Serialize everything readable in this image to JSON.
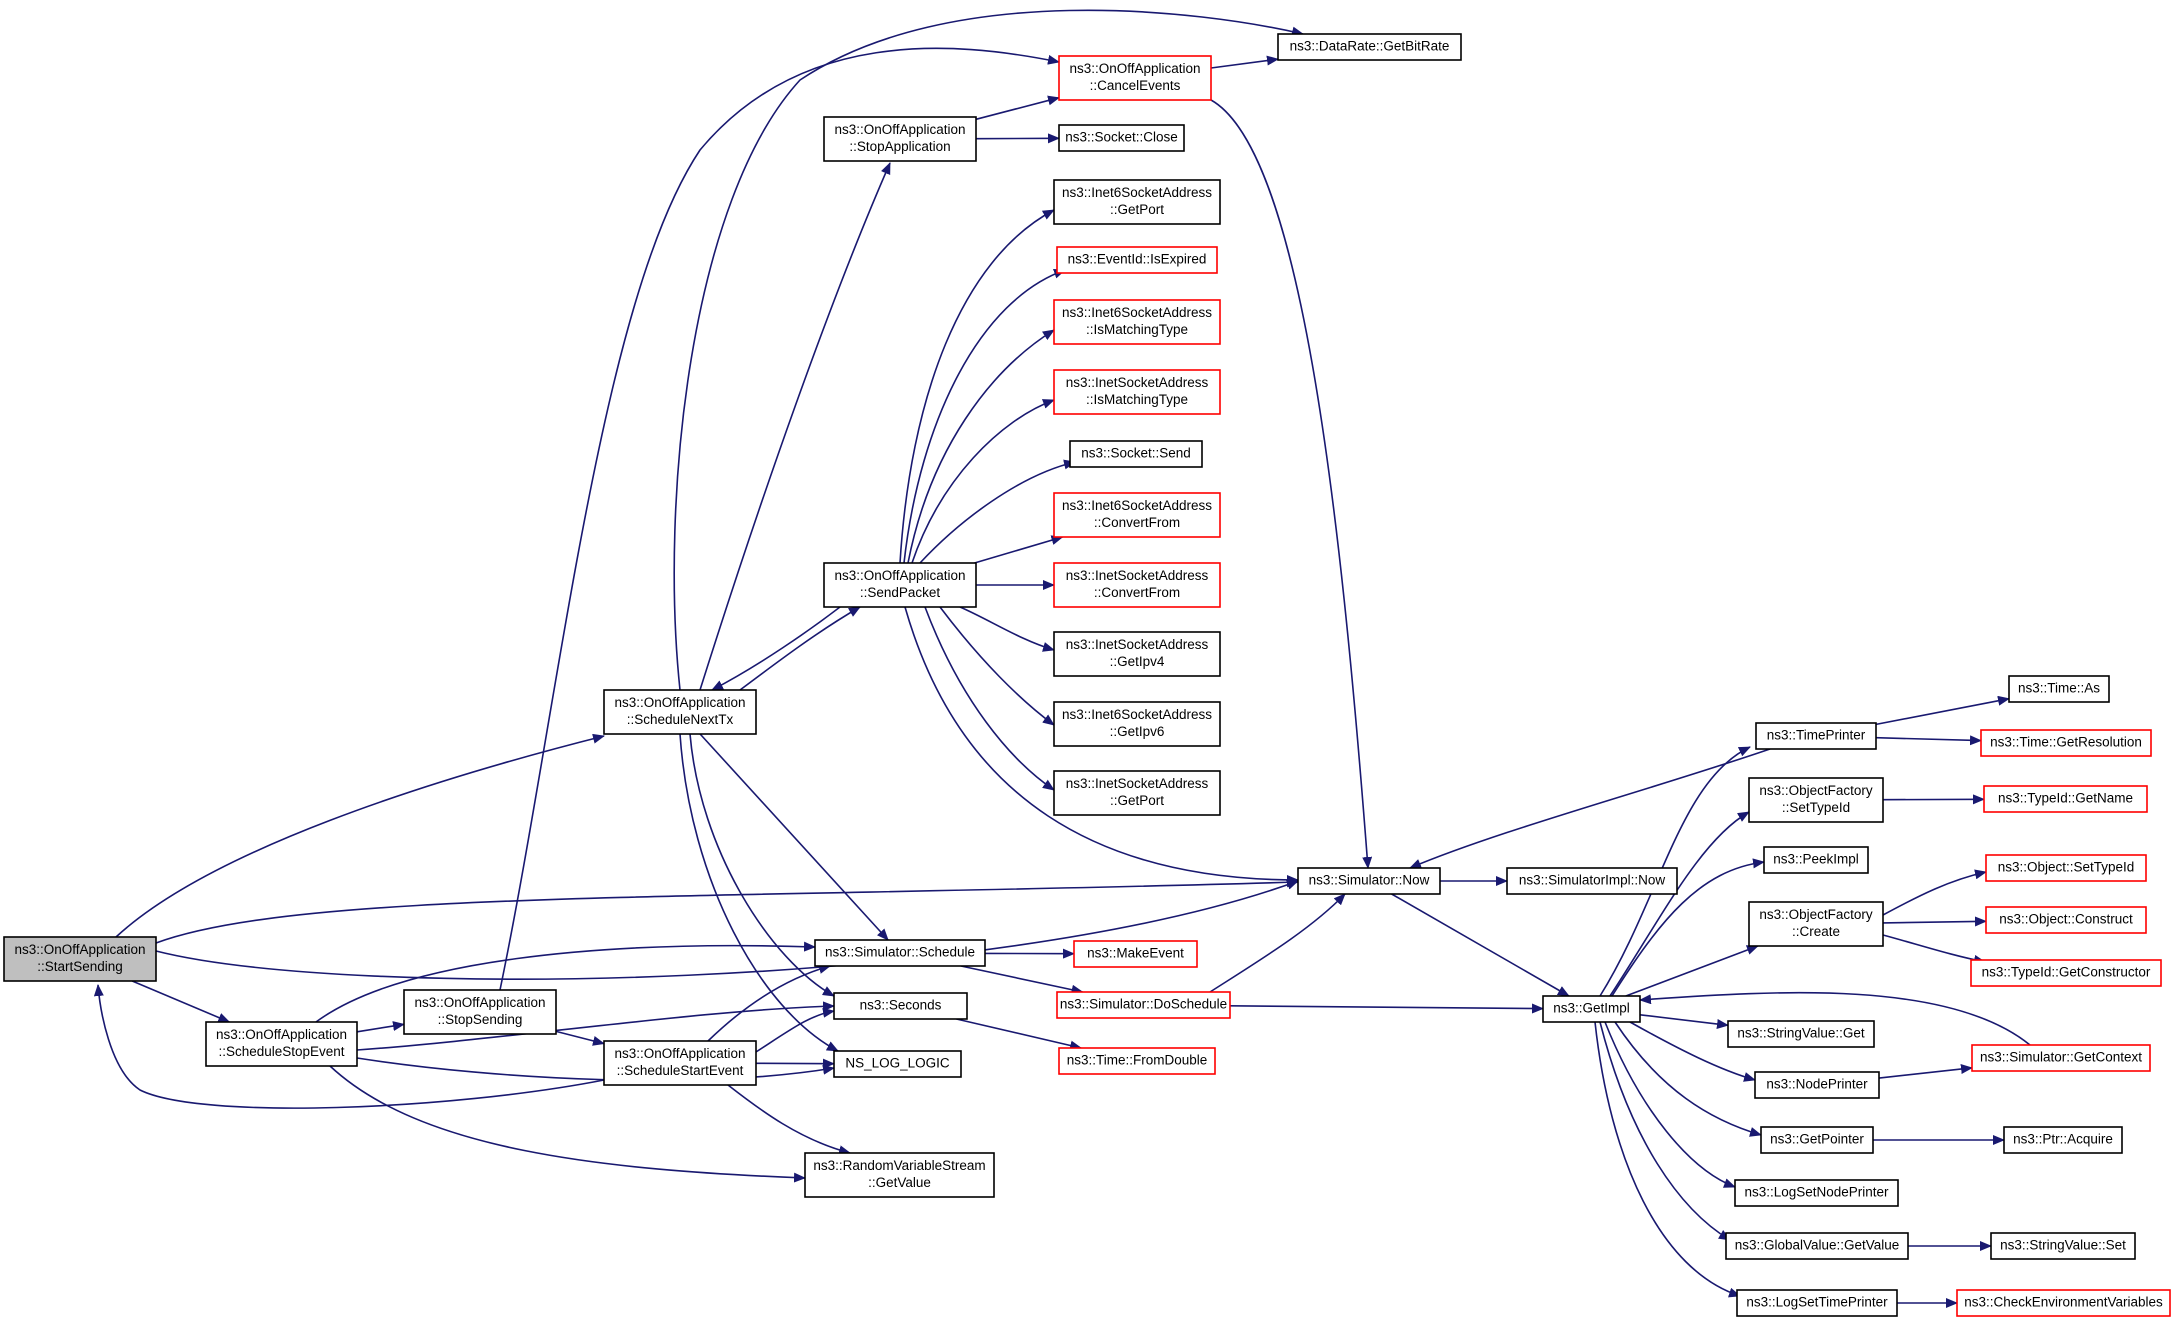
{
  "colors": {
    "edge": "#191970",
    "missing_doc_border": "#ff0000",
    "root_fill": "#bfbfbf"
  },
  "nodes": [
    {
      "id": "startSending",
      "lines": [
        "ns3::OnOffApplication",
        "::StartSending"
      ],
      "style": "root"
    },
    {
      "id": "scheduleStopEvent",
      "lines": [
        "ns3::OnOffApplication",
        "::ScheduleStopEvent"
      ],
      "style": "normal"
    },
    {
      "id": "scheduleNextTx",
      "lines": [
        "ns3::OnOffApplication",
        "::ScheduleNextTx"
      ],
      "style": "normal"
    },
    {
      "id": "stopSending",
      "lines": [
        "ns3::OnOffApplication",
        "::StopSending"
      ],
      "style": "normal"
    },
    {
      "id": "scheduleStartEvent",
      "lines": [
        "ns3::OnOffApplication",
        "::ScheduleStartEvent"
      ],
      "style": "normal"
    },
    {
      "id": "stopApplication",
      "lines": [
        "ns3::OnOffApplication",
        "::StopApplication"
      ],
      "style": "normal"
    },
    {
      "id": "sendPacket",
      "lines": [
        "ns3::OnOffApplication",
        "::SendPacket"
      ],
      "style": "normal"
    },
    {
      "id": "simSchedule",
      "lines": [
        "ns3::Simulator::Schedule"
      ],
      "style": "normal"
    },
    {
      "id": "seconds",
      "lines": [
        "ns3::Seconds"
      ],
      "style": "normal"
    },
    {
      "id": "nsLogLogic",
      "lines": [
        "NS_LOG_LOGIC"
      ],
      "style": "normal"
    },
    {
      "id": "rvsGetValue",
      "lines": [
        "ns3::RandomVariableStream",
        "::GetValue"
      ],
      "style": "normal"
    },
    {
      "id": "cancelEvents",
      "lines": [
        "ns3::OnOffApplication",
        "::CancelEvents"
      ],
      "style": "red"
    },
    {
      "id": "dataRate",
      "lines": [
        "ns3::DataRate::GetBitRate"
      ],
      "style": "normal"
    },
    {
      "id": "socketClose",
      "lines": [
        "ns3::Socket::Close"
      ],
      "style": "normal"
    },
    {
      "id": "i6GetPort",
      "lines": [
        "ns3::Inet6SocketAddress",
        "::GetPort"
      ],
      "style": "normal"
    },
    {
      "id": "isExpired",
      "lines": [
        "ns3::EventId::IsExpired"
      ],
      "style": "red"
    },
    {
      "id": "i6IsMatching",
      "lines": [
        "ns3::Inet6SocketAddress",
        "::IsMatchingType"
      ],
      "style": "red"
    },
    {
      "id": "iIsMatching",
      "lines": [
        "ns3::InetSocketAddress",
        "::IsMatchingType"
      ],
      "style": "red"
    },
    {
      "id": "socketSend",
      "lines": [
        "ns3::Socket::Send"
      ],
      "style": "normal"
    },
    {
      "id": "i6ConvertFrom",
      "lines": [
        "ns3::Inet6SocketAddress",
        "::ConvertFrom"
      ],
      "style": "red"
    },
    {
      "id": "iConvertFrom",
      "lines": [
        "ns3::InetSocketAddress",
        "::ConvertFrom"
      ],
      "style": "red"
    },
    {
      "id": "iGetIpv4",
      "lines": [
        "ns3::InetSocketAddress",
        "::GetIpv4"
      ],
      "style": "normal"
    },
    {
      "id": "i6GetIpv6",
      "lines": [
        "ns3::Inet6SocketAddress",
        "::GetIpv6"
      ],
      "style": "normal"
    },
    {
      "id": "iGetPort",
      "lines": [
        "ns3::InetSocketAddress",
        "::GetPort"
      ],
      "style": "normal"
    },
    {
      "id": "makeEvent",
      "lines": [
        "ns3::MakeEvent"
      ],
      "style": "red"
    },
    {
      "id": "doSchedule",
      "lines": [
        "ns3::Simulator::DoSchedule"
      ],
      "style": "red"
    },
    {
      "id": "fromDouble",
      "lines": [
        "ns3::Time::FromDouble"
      ],
      "style": "red"
    },
    {
      "id": "simNow",
      "lines": [
        "ns3::Simulator::Now"
      ],
      "style": "normal"
    },
    {
      "id": "simImplNow",
      "lines": [
        "ns3::SimulatorImpl::Now"
      ],
      "style": "normal"
    },
    {
      "id": "getImpl",
      "lines": [
        "ns3::GetImpl"
      ],
      "style": "normal"
    },
    {
      "id": "timePrinter",
      "lines": [
        "ns3::TimePrinter"
      ],
      "style": "normal"
    },
    {
      "id": "timeAs",
      "lines": [
        "ns3::Time::As"
      ],
      "style": "normal"
    },
    {
      "id": "getResolution",
      "lines": [
        "ns3::Time::GetResolution"
      ],
      "style": "red"
    },
    {
      "id": "ofSetTypeId",
      "lines": [
        "ns3::ObjectFactory",
        "::SetTypeId"
      ],
      "style": "normal"
    },
    {
      "id": "typeIdGetName",
      "lines": [
        "ns3::TypeId::GetName"
      ],
      "style": "red"
    },
    {
      "id": "peekImpl",
      "lines": [
        "ns3::PeekImpl"
      ],
      "style": "normal"
    },
    {
      "id": "ofCreate",
      "lines": [
        "ns3::ObjectFactory",
        "::Create"
      ],
      "style": "normal"
    },
    {
      "id": "objSetTypeId",
      "lines": [
        "ns3::Object::SetTypeId"
      ],
      "style": "red"
    },
    {
      "id": "objConstruct",
      "lines": [
        "ns3::Object::Construct"
      ],
      "style": "red"
    },
    {
      "id": "getConstructor",
      "lines": [
        "ns3::TypeId::GetConstructor"
      ],
      "style": "red"
    },
    {
      "id": "strValGet",
      "lines": [
        "ns3::StringValue::Get"
      ],
      "style": "normal"
    },
    {
      "id": "nodePrinter",
      "lines": [
        "ns3::NodePrinter"
      ],
      "style": "normal"
    },
    {
      "id": "getContext",
      "lines": [
        "ns3::Simulator::GetContext"
      ],
      "style": "red"
    },
    {
      "id": "getPointer",
      "lines": [
        "ns3::GetPointer"
      ],
      "style": "normal"
    },
    {
      "id": "ptrAcquire",
      "lines": [
        "ns3::Ptr::Acquire"
      ],
      "style": "normal"
    },
    {
      "id": "logSetNodePrinter",
      "lines": [
        "ns3::LogSetNodePrinter"
      ],
      "style": "normal"
    },
    {
      "id": "gvGetValue",
      "lines": [
        "ns3::GlobalValue::GetValue"
      ],
      "style": "normal"
    },
    {
      "id": "strValSet",
      "lines": [
        "ns3::StringValue::Set"
      ],
      "style": "normal"
    },
    {
      "id": "logSetTimePrinter",
      "lines": [
        "ns3::LogSetTimePrinter"
      ],
      "style": "normal"
    },
    {
      "id": "checkEnv",
      "lines": [
        "ns3::CheckEnvironmentVariables"
      ],
      "style": "red"
    }
  ],
  "edges": [
    [
      "startSending",
      "scheduleNextTx"
    ],
    [
      "startSending",
      "simNow"
    ],
    [
      "startSending",
      "scheduleStopEvent"
    ],
    [
      "startSending",
      "cancelEvents"
    ],
    [
      "scheduleStopEvent",
      "simSchedule"
    ],
    [
      "scheduleStopEvent",
      "stopSending"
    ],
    [
      "scheduleStopEvent",
      "seconds"
    ],
    [
      "scheduleStopEvent",
      "nsLogLogic"
    ],
    [
      "scheduleStopEvent",
      "rvsGetValue"
    ],
    [
      "stopSending",
      "cancelEvents"
    ],
    [
      "stopSending",
      "scheduleStartEvent"
    ],
    [
      "scheduleStartEvent",
      "startSending"
    ],
    [
      "scheduleStartEvent",
      "simSchedule"
    ],
    [
      "scheduleStartEvent",
      "seconds"
    ],
    [
      "scheduleStartEvent",
      "nsLogLogic"
    ],
    [
      "scheduleStartEvent",
      "rvsGetValue"
    ],
    [
      "scheduleNextTx",
      "stopApplication"
    ],
    [
      "scheduleNextTx",
      "dataRate"
    ],
    [
      "scheduleNextTx",
      "sendPacket"
    ],
    [
      "scheduleNextTx",
      "simSchedule"
    ],
    [
      "scheduleNextTx",
      "seconds"
    ],
    [
      "scheduleNextTx",
      "nsLogLogic"
    ],
    [
      "sendPacket",
      "scheduleNextTx"
    ],
    [
      "sendPacket",
      "i6GetPort"
    ],
    [
      "sendPacket",
      "isExpired"
    ],
    [
      "sendPacket",
      "i6IsMatching"
    ],
    [
      "sendPacket",
      "iIsMatching"
    ],
    [
      "sendPacket",
      "socketSend"
    ],
    [
      "sendPacket",
      "i6ConvertFrom"
    ],
    [
      "sendPacket",
      "iConvertFrom"
    ],
    [
      "sendPacket",
      "iGetIpv4"
    ],
    [
      "sendPacket",
      "i6GetIpv6"
    ],
    [
      "sendPacket",
      "iGetPort"
    ],
    [
      "sendPacket",
      "simNow"
    ],
    [
      "stopApplication",
      "cancelEvents"
    ],
    [
      "stopApplication",
      "socketClose"
    ],
    [
      "cancelEvents",
      "dataRate"
    ],
    [
      "cancelEvents",
      "simNow"
    ],
    [
      "simSchedule",
      "makeEvent"
    ],
    [
      "simSchedule",
      "doSchedule"
    ],
    [
      "seconds",
      "fromDouble"
    ],
    [
      "doSchedule",
      "simNow"
    ],
    [
      "doSchedule",
      "getImpl"
    ],
    [
      "simNow",
      "simImplNow"
    ],
    [
      "simNow",
      "getImpl"
    ],
    [
      "getImpl",
      "timePrinter"
    ],
    [
      "getImpl",
      "ofSetTypeId"
    ],
    [
      "getImpl",
      "peekImpl"
    ],
    [
      "getImpl",
      "ofCreate"
    ],
    [
      "getImpl",
      "strValGet"
    ],
    [
      "getImpl",
      "nodePrinter"
    ],
    [
      "getImpl",
      "getPointer"
    ],
    [
      "getImpl",
      "logSetNodePrinter"
    ],
    [
      "getImpl",
      "gvGetValue"
    ],
    [
      "getImpl",
      "logSetTimePrinter"
    ],
    [
      "timePrinter",
      "simNow"
    ],
    [
      "timePrinter",
      "timeAs"
    ],
    [
      "timePrinter",
      "getResolution"
    ],
    [
      "ofSetTypeId",
      "typeIdGetName"
    ],
    [
      "ofCreate",
      "objSetTypeId"
    ],
    [
      "ofCreate",
      "objConstruct"
    ],
    [
      "ofCreate",
      "getConstructor"
    ],
    [
      "nodePrinter",
      "getContext"
    ],
    [
      "getContext",
      "getImpl"
    ],
    [
      "getPointer",
      "ptrAcquire"
    ],
    [
      "gvGetValue",
      "strValSet"
    ],
    [
      "logSetTimePrinter",
      "checkEnv"
    ]
  ]
}
